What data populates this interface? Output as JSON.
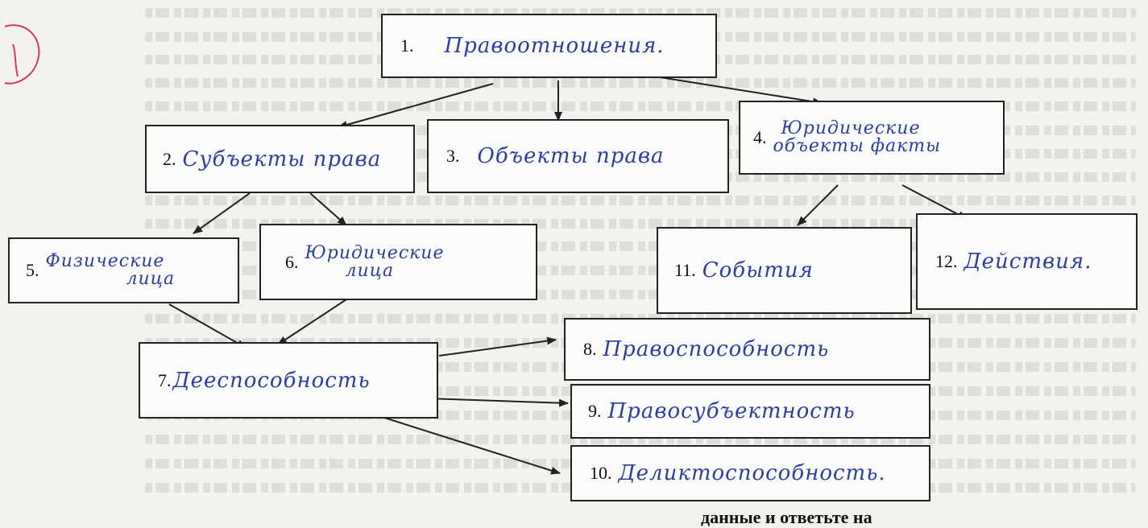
{
  "boxes": {
    "b1": {
      "num": "1.",
      "text": "Правоотношения."
    },
    "b2": {
      "num": "2.",
      "text": "Субъекты права"
    },
    "b3": {
      "num": "3.",
      "text": "Объекты права"
    },
    "b4": {
      "num": "4.",
      "line1": "Юридические",
      "line2": "объекты факты"
    },
    "b5": {
      "num": "5.",
      "line1": "Физические",
      "line2": "лица"
    },
    "b6": {
      "num": "6.",
      "line1": "Юридические",
      "line2": "лица"
    },
    "b7": {
      "num": "7.",
      "text": "Дееспособность"
    },
    "b8": {
      "num": "8.",
      "text": "Правоспособность"
    },
    "b9": {
      "num": "9.",
      "text": "Правосубъектность"
    },
    "b10": {
      "num": "10.",
      "text": "Деликтоспособность."
    },
    "b11": {
      "num": "11.",
      "text": "События"
    },
    "b12": {
      "num": "12.",
      "text": "Действия."
    }
  },
  "footer": {
    "partial_text": "данные и ответьте на"
  },
  "colors": {
    "ink": "#2b3f9e",
    "mark": "#d23a5a",
    "border": "#222222"
  }
}
